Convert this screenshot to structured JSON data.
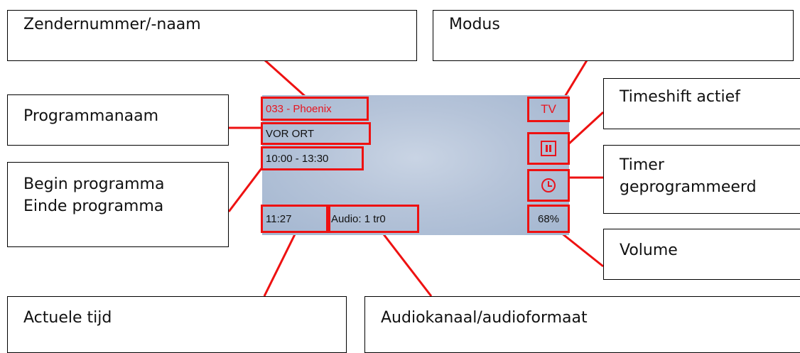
{
  "callouts": {
    "channel": "Zendernummer/-naam",
    "mode": "Modus",
    "program_name": "Programmanaam",
    "timeshift": "Timeshift actief",
    "program_times_line1": "Begin programma",
    "program_times_line2": "Einde programma",
    "timer_line1": "Timer",
    "timer_line2": "geprogrammeerd",
    "volume": "Volume",
    "current_time": "Actuele tijd",
    "audio": "Audiokanaal/audioformaat"
  },
  "osd": {
    "channel": "033 - Phoenix",
    "mode": "TV",
    "program": "VOR ORT",
    "times": "10:00 - 13:30",
    "clock": "11:27",
    "audio": "Audio:  1 tr0",
    "volume": "68%"
  },
  "icons": {
    "timeshift": "pause-icon",
    "timer": "clock-icon"
  },
  "colors": {
    "highlight": "#ee1111",
    "channel_text": "#e8141e",
    "screen_bg": "#b6c4d9"
  }
}
